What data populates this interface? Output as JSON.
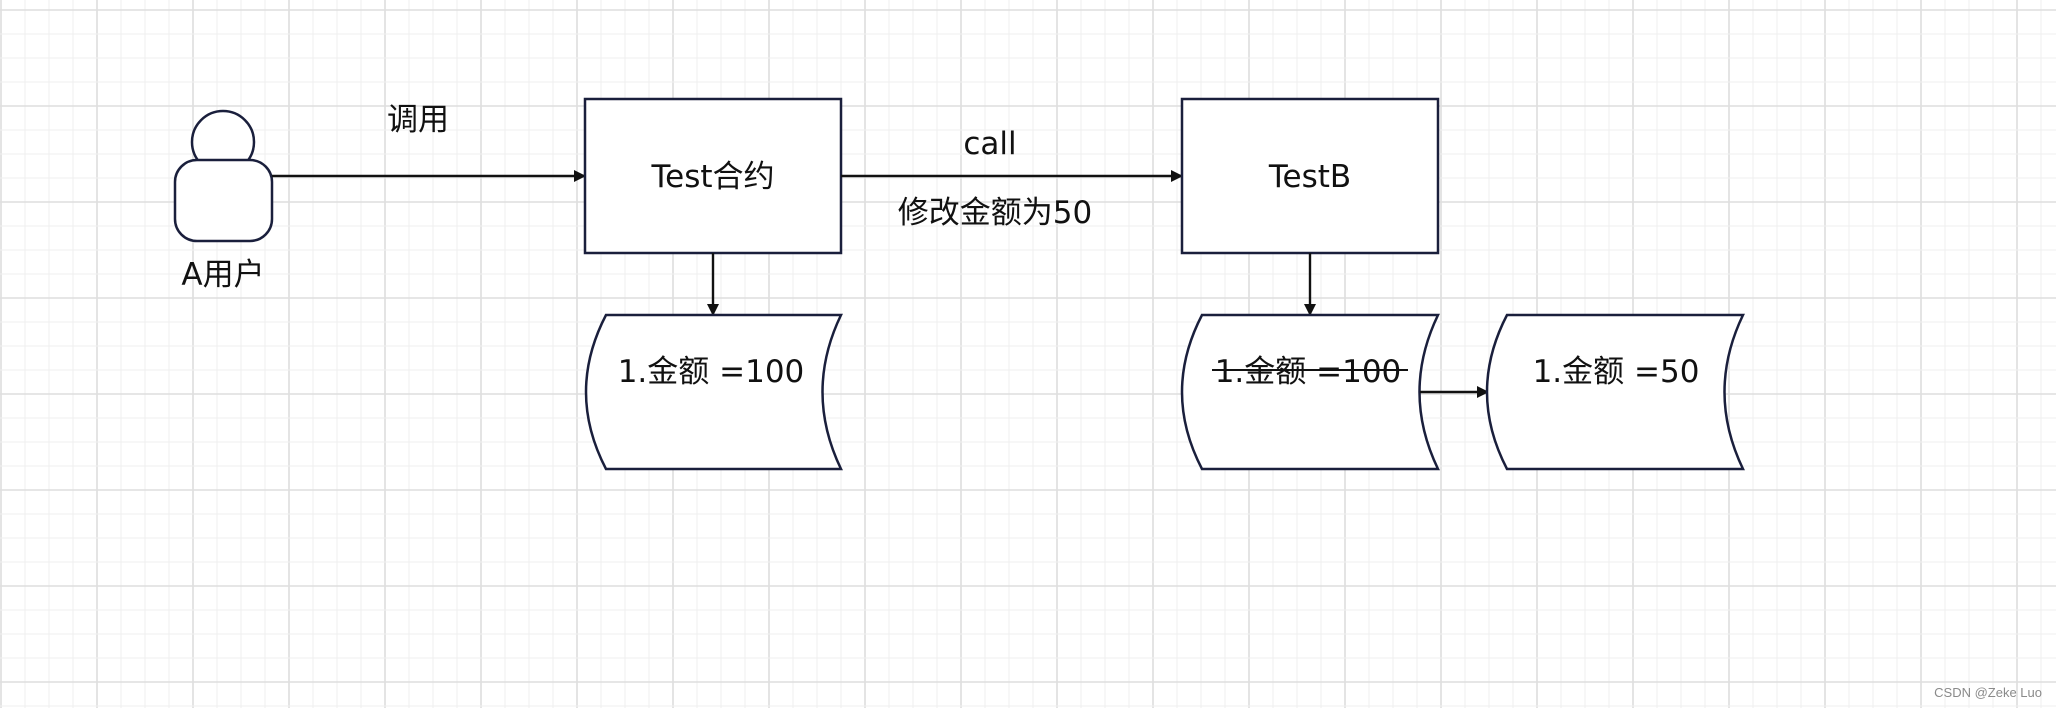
{
  "diagram": {
    "nodes": {
      "user": {
        "label": "A用户"
      },
      "test_contract": {
        "label": "Test合约"
      },
      "testb": {
        "label": "TestB"
      },
      "store_test": {
        "label": "1.金额 =100"
      },
      "store_testb_old": {
        "label": "1.金额 =100",
        "struck_through": true
      },
      "store_testb_new": {
        "label": "1.金额 =50"
      }
    },
    "edges": {
      "invoke": {
        "from": "user",
        "to": "test_contract",
        "label": "调用"
      },
      "call": {
        "from": "test_contract",
        "to": "testb",
        "label": "call",
        "sublabel": "修改金额为50"
      },
      "test_to_store": {
        "from": "test_contract",
        "to": "store_test"
      },
      "testb_to_store": {
        "from": "testb",
        "to": "store_testb_old"
      },
      "old_to_new": {
        "from": "store_testb_old",
        "to": "store_testb_new"
      }
    }
  },
  "watermark": "CSDN @Zeke Luo",
  "colors": {
    "node_stroke": "#1a1f3c",
    "grid_major": "#dedede",
    "grid_minor": "#efefef",
    "edge": "#111111"
  }
}
